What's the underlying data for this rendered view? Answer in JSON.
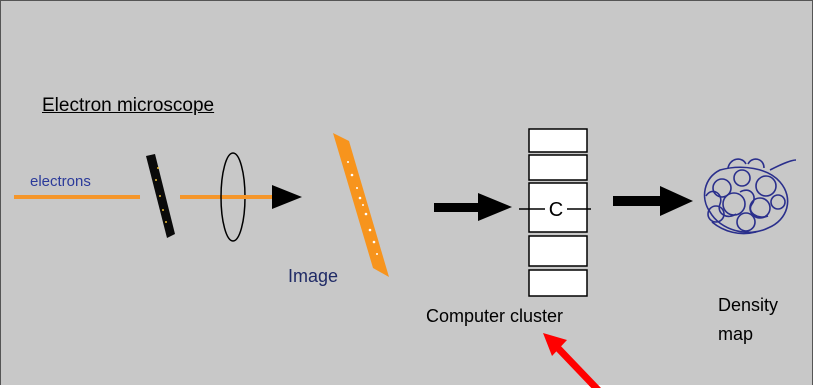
{
  "diagram": {
    "title": "Electron microscope",
    "electrons_label": "electrons",
    "image_label": "Image",
    "cluster_letter": "C",
    "cluster_label": "Computer cluster",
    "density_label_line1": "Density",
    "density_label_line2": "map"
  },
  "colors": {
    "panel_background": "#c8c8c8",
    "beam": "#f5962a",
    "image_plate": "#f7941d",
    "arrow": "#000000",
    "density_map": "#2a2f8c",
    "pointer_arrow": "#ff0000"
  },
  "icons": [
    "specimen-grid-icon",
    "lens-icon",
    "image-plate-icon",
    "computer-cluster-icon",
    "density-map-icon",
    "pointer-arrow-icon"
  ]
}
